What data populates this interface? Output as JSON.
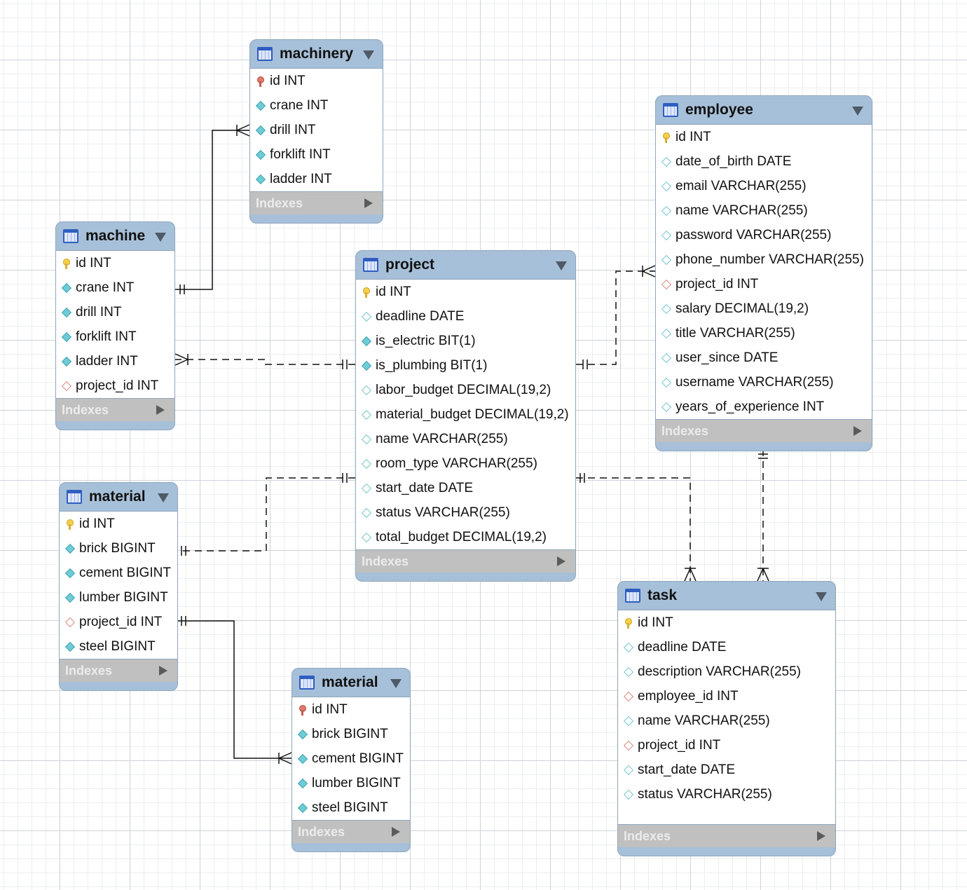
{
  "diagram": {
    "indexes_label": "Indexes",
    "entities": [
      {
        "id": "machinery",
        "name": "machinery",
        "columns": [
          {
            "text": "id INT",
            "kind": "pk-red"
          },
          {
            "text": "crane INT",
            "kind": "attr-filled"
          },
          {
            "text": "drill INT",
            "kind": "attr-filled"
          },
          {
            "text": "forklift INT",
            "kind": "attr-filled"
          },
          {
            "text": "ladder INT",
            "kind": "attr-filled"
          }
        ]
      },
      {
        "id": "machine",
        "name": "machine",
        "columns": [
          {
            "text": "id INT",
            "kind": "pk-gold"
          },
          {
            "text": "crane INT",
            "kind": "attr-filled"
          },
          {
            "text": "drill INT",
            "kind": "attr-filled"
          },
          {
            "text": "forklift INT",
            "kind": "attr-filled"
          },
          {
            "text": "ladder INT",
            "kind": "attr-filled"
          },
          {
            "text": "project_id INT",
            "kind": "fk"
          }
        ]
      },
      {
        "id": "project",
        "name": "project",
        "columns": [
          {
            "text": "id INT",
            "kind": "pk-gold"
          },
          {
            "text": "deadline DATE",
            "kind": "attr-hollow"
          },
          {
            "text": "is_electric BIT(1)",
            "kind": "attr-filled"
          },
          {
            "text": "is_plumbing BIT(1)",
            "kind": "attr-filled"
          },
          {
            "text": "labor_budget DECIMAL(19,2)",
            "kind": "attr-hollow"
          },
          {
            "text": "material_budget DECIMAL(19,2)",
            "kind": "attr-hollow"
          },
          {
            "text": "name VARCHAR(255)",
            "kind": "attr-hollow"
          },
          {
            "text": "room_type VARCHAR(255)",
            "kind": "attr-hollow"
          },
          {
            "text": "start_date DATE",
            "kind": "attr-hollow"
          },
          {
            "text": "status VARCHAR(255)",
            "kind": "attr-hollow"
          },
          {
            "text": "total_budget DECIMAL(19,2)",
            "kind": "attr-hollow"
          }
        ]
      },
      {
        "id": "employee",
        "name": "employee",
        "columns": [
          {
            "text": "id INT",
            "kind": "pk-gold"
          },
          {
            "text": "date_of_birth DATE",
            "kind": "attr-hollow"
          },
          {
            "text": "email VARCHAR(255)",
            "kind": "attr-hollow"
          },
          {
            "text": "name VARCHAR(255)",
            "kind": "attr-hollow"
          },
          {
            "text": "password VARCHAR(255)",
            "kind": "attr-hollow"
          },
          {
            "text": "phone_number VARCHAR(255)",
            "kind": "attr-hollow"
          },
          {
            "text": "project_id INT",
            "kind": "fk"
          },
          {
            "text": "salary DECIMAL(19,2)",
            "kind": "attr-hollow"
          },
          {
            "text": "title VARCHAR(255)",
            "kind": "attr-hollow"
          },
          {
            "text": "user_since DATE",
            "kind": "attr-hollow"
          },
          {
            "text": "username VARCHAR(255)",
            "kind": "attr-hollow"
          },
          {
            "text": "years_of_experience INT",
            "kind": "attr-hollow"
          }
        ]
      },
      {
        "id": "material1",
        "name": "material",
        "columns": [
          {
            "text": "id INT",
            "kind": "pk-gold"
          },
          {
            "text": "brick BIGINT",
            "kind": "attr-filled"
          },
          {
            "text": "cement BIGINT",
            "kind": "attr-filled"
          },
          {
            "text": "lumber BIGINT",
            "kind": "attr-filled"
          },
          {
            "text": "project_id INT",
            "kind": "fk"
          },
          {
            "text": "steel BIGINT",
            "kind": "attr-filled"
          }
        ]
      },
      {
        "id": "material2",
        "name": "material",
        "columns": [
          {
            "text": "id INT",
            "kind": "pk-red"
          },
          {
            "text": "brick BIGINT",
            "kind": "attr-filled"
          },
          {
            "text": "cement BIGINT",
            "kind": "attr-filled"
          },
          {
            "text": "lumber BIGINT",
            "kind": "attr-filled"
          },
          {
            "text": "steel BIGINT",
            "kind": "attr-filled"
          }
        ]
      },
      {
        "id": "task",
        "name": "task",
        "columns": [
          {
            "text": "id INT",
            "kind": "pk-gold"
          },
          {
            "text": "deadline DATE",
            "kind": "attr-hollow"
          },
          {
            "text": "description VARCHAR(255)",
            "kind": "attr-hollow"
          },
          {
            "text": "employee_id INT",
            "kind": "fk"
          },
          {
            "text": "name VARCHAR(255)",
            "kind": "attr-hollow"
          },
          {
            "text": "project_id INT",
            "kind": "fk"
          },
          {
            "text": "start_date DATE",
            "kind": "attr-hollow"
          },
          {
            "text": "status VARCHAR(255)",
            "kind": "attr-hollow"
          }
        ]
      }
    ],
    "relationships": [
      {
        "id": "machine-machinery",
        "from": "machine",
        "to": "machinery",
        "from_end": "one-mandatory",
        "to_end": "many-mandatory",
        "identifying": true
      },
      {
        "id": "project-machine",
        "from": "project",
        "to": "machine",
        "from_end": "one-mandatory",
        "to_end": "many-mandatory",
        "identifying": false
      },
      {
        "id": "project-employee",
        "from": "project",
        "to": "employee",
        "from_end": "one-mandatory",
        "to_end": "many-mandatory",
        "identifying": false
      },
      {
        "id": "project-material",
        "from": "project",
        "to": "material1",
        "from_end": "one-mandatory",
        "to_end": "one-mandatory",
        "identifying": false
      },
      {
        "id": "material-material",
        "from": "material1",
        "to": "material2",
        "from_end": "one-mandatory",
        "to_end": "many-mandatory",
        "identifying": true
      },
      {
        "id": "project-task",
        "from": "project",
        "to": "task",
        "from_end": "one-mandatory",
        "to_end": "many-mandatory",
        "identifying": false
      },
      {
        "id": "employee-task",
        "from": "employee",
        "to": "task",
        "from_end": "one-mandatory",
        "to_end": "many-mandatory",
        "identifying": false
      }
    ]
  }
}
